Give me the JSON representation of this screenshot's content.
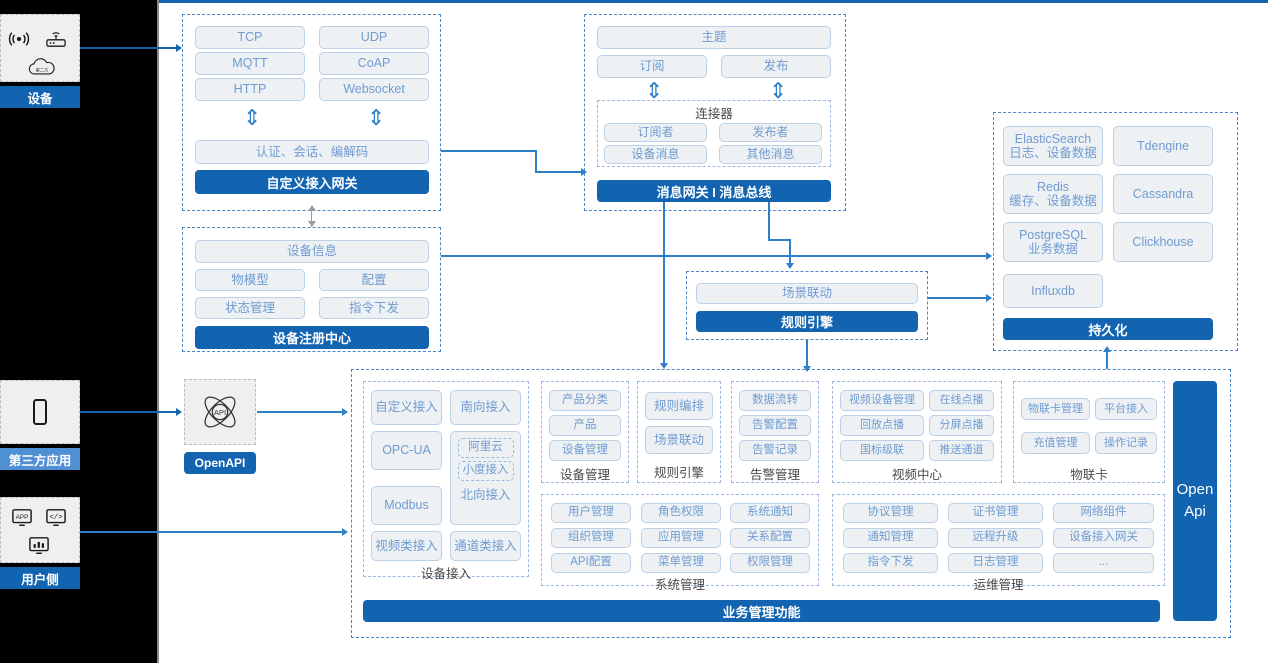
{
  "actors": [
    {
      "name": "device",
      "label": "设备",
      "icons": [
        "wireless-signal-icon",
        "router-icon",
        "cloud-icon"
      ]
    },
    {
      "name": "third-party-app",
      "label": "第三方应用",
      "icons": [
        "mobile-phone-icon"
      ]
    },
    {
      "name": "user-side",
      "label": "用户侧",
      "icons": [
        "app-screen-icon",
        "code-screen-icon",
        "chart-screen-icon"
      ]
    }
  ],
  "gateway": {
    "protocols": [
      "TCP",
      "UDP",
      "MQTT",
      "CoAP",
      "HTTP",
      "Websocket"
    ],
    "middle": "认证、会话、编解码",
    "bar": "自定义接入网关"
  },
  "message_bus": {
    "topic": "主题",
    "sub": "订阅",
    "pub": "发布",
    "connector_label": "连接器",
    "connector_cells": [
      "订阅者",
      "发布者",
      "设备消息",
      "其他消息"
    ],
    "bar": "消息网关 I 消息总线"
  },
  "registry": {
    "info": "设备信息",
    "cells": [
      "物模型",
      "配置",
      "状态管理",
      "指令下发"
    ],
    "bar": "设备注册中心"
  },
  "rule_engine_block": {
    "cell": "场景联动",
    "bar": "规则引擎"
  },
  "persistence": {
    "cells": [
      {
        "name": "elasticsearch",
        "line1": "ElasticSearch",
        "line2": "日志、设备数据"
      },
      {
        "name": "tdengine",
        "line1": "Tdengine",
        "line2": ""
      },
      {
        "name": "redis",
        "line1": "Redis",
        "line2": "缓存、设备数据"
      },
      {
        "name": "cassandra",
        "line1": "Cassandra",
        "line2": ""
      },
      {
        "name": "postgresql",
        "line1": "PostgreSQL",
        "line2": "业务数据"
      },
      {
        "name": "clickhouse",
        "line1": "Clickhouse",
        "line2": ""
      },
      {
        "name": "influxdb",
        "line1": "Influxdb",
        "line2": ""
      }
    ],
    "bar": "持久化"
  },
  "openapi": {
    "label": "OpenAPI",
    "icon": "api-atom-icon"
  },
  "business": {
    "bar": "业务管理功能",
    "open_api_side": "Open Api",
    "device_access": {
      "title": "设备接入",
      "left": [
        "自定义接入",
        "OPC-UA",
        "Modbus",
        "视频类接入"
      ],
      "right_top": "南向接入",
      "north": {
        "dashed": [
          "阿里云",
          "小度接入"
        ],
        "label": "北向接入"
      },
      "right_bottom": "通道类接入"
    },
    "device_mgmt": {
      "title": "设备管理",
      "cells": [
        "产品分类",
        "产品",
        "设备管理"
      ]
    },
    "rule_engine": {
      "title": "规则引擎",
      "cells": [
        "规则编排",
        "场景联动"
      ]
    },
    "alarm_mgmt": {
      "title": "告警管理",
      "cells": [
        "数据流转",
        "告警配置",
        "告警记录"
      ]
    },
    "video_center": {
      "title": "视频中心",
      "cells": [
        "视频设备管理",
        "在线点播",
        "回放点播",
        "分屏点播",
        "国标级联",
        "推送通道"
      ]
    },
    "iot_card": {
      "title": "物联卡",
      "cells": [
        "物联卡管理",
        "平台接入",
        "充值管理",
        "操作记录"
      ]
    },
    "system_mgmt": {
      "title": "系统管理",
      "cells": [
        "用户管理",
        "角色权限",
        "系统通知",
        "组织管理",
        "应用管理",
        "关系配置",
        "API配置",
        "菜单管理",
        "权限管理"
      ]
    },
    "ops_mgmt": {
      "title": "运维管理",
      "cells": [
        "协议管理",
        "证书管理",
        "网络组件",
        "通知管理",
        "远程升级",
        "设备接入网关",
        "指令下发",
        "日志管理",
        "..."
      ]
    }
  },
  "colors": {
    "brand": "#1263b0",
    "accent": "#2f7fc8",
    "cell_text": "#6f9bd1",
    "cell_bg": "#eef1f4"
  }
}
